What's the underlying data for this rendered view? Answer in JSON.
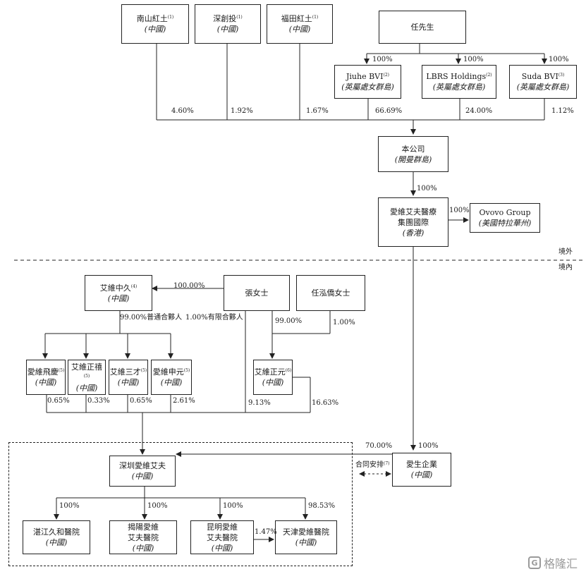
{
  "entities": {
    "nanshan": {
      "name": "南山紅土",
      "note": "(1)",
      "loc": "(中國)"
    },
    "shenchuang": {
      "name": "深創投",
      "note": "(1)",
      "loc": "(中國)"
    },
    "futian": {
      "name": "福田紅土",
      "note": "(1)",
      "loc": "(中國)"
    },
    "mr_ren": {
      "name": "任先生"
    },
    "jiuhe": {
      "name": "Jiuhe BVI",
      "note": "(2)",
      "loc": "(英屬處女群島)"
    },
    "lbrs": {
      "name": "LBRS Holdings",
      "note": "(2)",
      "loc": "(英屬處女群島)"
    },
    "suda": {
      "name": "Suda BVI",
      "note": "(3)",
      "loc": "(英屬處女群島)"
    },
    "company": {
      "name": "本公司",
      "loc": "(開曼群島)"
    },
    "aier_hk": {
      "line1": "愛維艾夫醫療",
      "line2": "集團國際",
      "loc": "(香港)"
    },
    "ovovo": {
      "name": "Ovovo Group",
      "loc": "(美國特拉華州)"
    },
    "aier_zhongjiu": {
      "name": "艾維中久",
      "note": "(4)",
      "loc": "(中國)"
    },
    "ms_zhang": {
      "name": "張女士"
    },
    "ms_ren": {
      "name": "任泓僑女士"
    },
    "feiqing": {
      "name": "愛維飛慶",
      "note": "(5)",
      "loc": "(中國)"
    },
    "zhengxi": {
      "name": "艾維正禧",
      "note": "(5)",
      "loc": "(中國)"
    },
    "sancai": {
      "name": "艾維三才",
      "note": "(5)",
      "loc": "(中國)"
    },
    "shenyuan": {
      "name": "愛維申元",
      "note": "(5)",
      "loc": "(中國)"
    },
    "zhengyuan": {
      "name": "艾維正元",
      "note": "(6)",
      "loc": "(中國)"
    },
    "shenzhen": {
      "name": "深圳愛維艾夫",
      "loc": "(中國)"
    },
    "aisheng": {
      "name": "愛生企業",
      "loc": "(中國)"
    },
    "zhanjiang": {
      "name": "湛江久和醫院",
      "loc": "(中國)"
    },
    "jieyang": {
      "line1": "揭陽愛維",
      "line2": "艾夫醫院",
      "loc": "(中國)"
    },
    "kunming": {
      "line1": "昆明愛維",
      "line2": "艾夫醫院",
      "loc": "(中國)"
    },
    "tianjin": {
      "name": "天津愛維醫院",
      "loc": "(中國)"
    }
  },
  "labels": {
    "p_nanshan": "4.60%",
    "p_shenchuang": "1.92%",
    "p_futian": "1.67%",
    "p_jiuhe_top": "100%",
    "p_lbrs_top": "100%",
    "p_suda_top": "100%",
    "p_jiuhe": "66.69%",
    "p_lbrs": "24.00%",
    "p_suda": "1.12%",
    "p_company_hk": "100%",
    "p_hk_ovovo": "100%",
    "offshore": "境外",
    "onshore": "境內",
    "p_zhang_zhongjiu": "100.00%",
    "general_partner": "99.00%普通合夥人",
    "limited_partner": "1.00%有限合夥人",
    "p_zhang_zhengyuan": "99.00%",
    "p_ren_zhengyuan": "1.00%",
    "p_feiqing": "0.65%",
    "p_zhengxi": "0.33%",
    "p_sancai": "0.65%",
    "p_shenyuan": "2.61%",
    "p_zhang_direct": "9.13%",
    "p_zhengyuan_sz": "16.63%",
    "p_aisheng_sz": "70.00%",
    "p_hk_aisheng": "100%",
    "contract": "合同安排",
    "contract_note": "(7)",
    "p_zhanjiang": "100%",
    "p_jieyang": "100%",
    "p_kunming": "100%",
    "p_tianjin": "98.53%",
    "p_kunming_tianjin": "1.47%"
  },
  "watermark": {
    "text": "格隆汇",
    "icon": "g-logo-icon"
  }
}
